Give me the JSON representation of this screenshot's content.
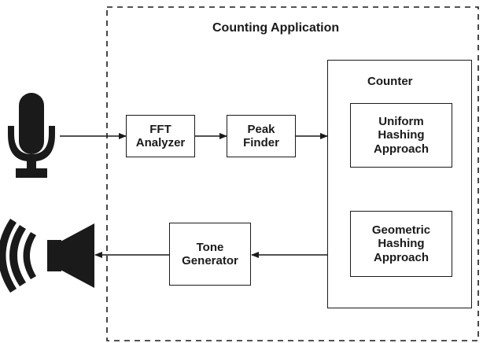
{
  "container": {
    "title": "Counting Application"
  },
  "blocks": {
    "fft": {
      "label": "FFT\nAnalyzer"
    },
    "peak": {
      "label": "Peak\nFinder"
    },
    "counter": {
      "title": "Counter",
      "uniform": {
        "label": "Uniform\nHashing\nApproach"
      },
      "geometric": {
        "label": "Geometric\nHashing\nApproach"
      }
    },
    "tone": {
      "label": "Tone\nGenerator"
    }
  },
  "icons": {
    "input": "microphone-icon",
    "output": "speaker-icon"
  },
  "colors": {
    "ink": "#1a1a1a",
    "background": "#ffffff"
  }
}
